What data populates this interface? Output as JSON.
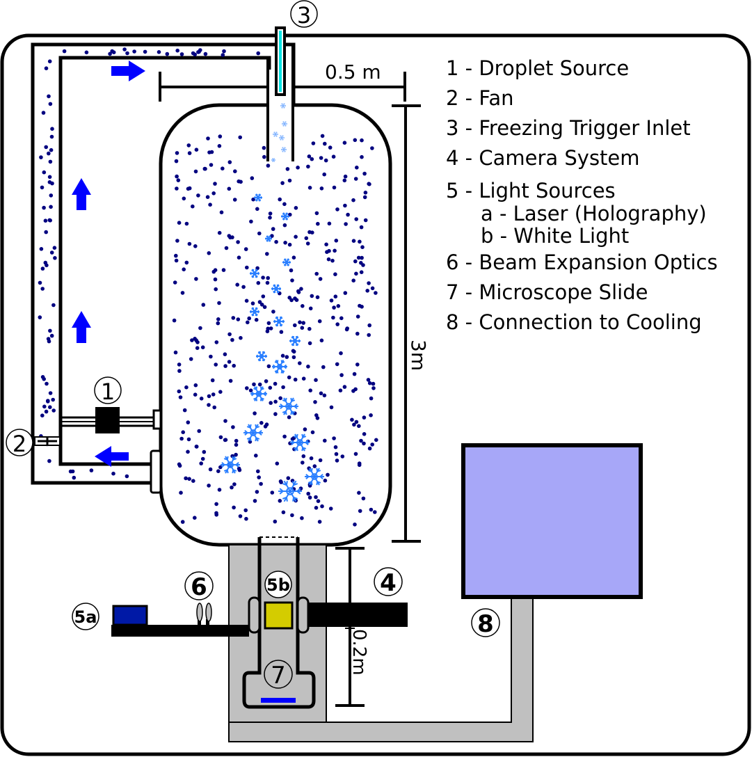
{
  "figure": {
    "title": "Ice nucleation chamber apparatus",
    "colors": {
      "droplet": "#000080",
      "ice_crystal": "#2a7fff",
      "ice_crystal_light": "#80b3ff",
      "flow_arrow": "#0000ff",
      "trigger_inlet_fill": "#00e5e5",
      "cooling_unit": "#a7a7f8",
      "housing_gray": "#c0c0c0",
      "laser_source": "#0019a6",
      "white_light_source": "#d4cc00",
      "microscope_slide": "#0000ff",
      "outline": "#000000"
    }
  },
  "markers": {
    "m1": "①",
    "m2": "②",
    "m3": "③",
    "m4": "④",
    "m5a": "5a",
    "m5b": "5b",
    "m6": "⑥",
    "m7": "⑦",
    "m8": "⑧"
  },
  "dimensions": {
    "width_label": "0.5 m",
    "height_label": "3m",
    "detector_label": "0.2m"
  },
  "legend": {
    "items": [
      {
        "label": "1 - Droplet Source"
      },
      {
        "label": "2 - Fan"
      },
      {
        "label": "3 - Freezing Trigger Inlet"
      },
      {
        "label": "4 - Camera System"
      },
      {
        "label": "5 - Light Sources"
      },
      {
        "label": "a - Laser (Holography)"
      },
      {
        "label": "b - White Light"
      },
      {
        "label": "6 - Beam Expansion Optics"
      },
      {
        "label": "7 - Microscope Slide"
      },
      {
        "label": "8 - Connection to Cooling"
      }
    ]
  }
}
